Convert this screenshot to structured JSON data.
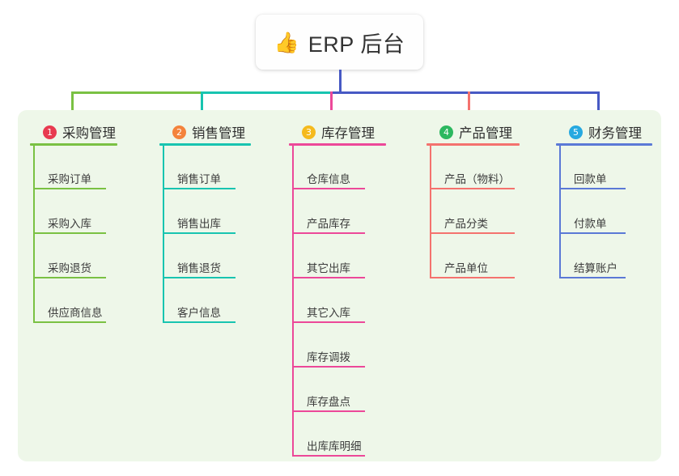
{
  "root": {
    "icon": "thumbs-up-icon",
    "emoji": "👍",
    "title": "ERP 后台"
  },
  "colors": {
    "panel_bg": "#eef7e9",
    "page_bg": "#ffffff",
    "root_stem": "#4759c4",
    "bus_left": "#7ac143",
    "bus_mid": "#18c4b0",
    "bus_right": "#4759c4"
  },
  "branches": [
    {
      "index": "1",
      "title": "采购管理",
      "badge_color": "#e83a50",
      "line_color": "#7ac143",
      "stub_color": "#7ac143",
      "items": [
        "采购订单",
        "采购入库",
        "采购退货",
        "供应商信息"
      ]
    },
    {
      "index": "2",
      "title": "销售管理",
      "badge_color": "#f4833c",
      "line_color": "#18c4b0",
      "stub_color": "#18c4b0",
      "items": [
        "销售订单",
        "销售出库",
        "销售退货",
        "客户信息"
      ]
    },
    {
      "index": "3",
      "title": "库存管理",
      "badge_color": "#f5ba1d",
      "line_color": "#ec4899",
      "stub_color": "#ec4899",
      "items": [
        "仓库信息",
        "产品库存",
        "其它出库",
        "其它入库",
        "库存调拨",
        "库存盘点",
        "出库库明细"
      ]
    },
    {
      "index": "4",
      "title": "产品管理",
      "badge_color": "#2cb85f",
      "line_color": "#f4726e",
      "stub_color": "#f4726e",
      "items": [
        "产品（物料）",
        "产品分类",
        "产品单位"
      ]
    },
    {
      "index": "5",
      "title": "财务管理",
      "badge_color": "#26a9e0",
      "line_color": "#5b79d6",
      "stub_color": "#4759c4",
      "items": [
        "回款单",
        "付款单",
        "结算账户"
      ]
    }
  ]
}
